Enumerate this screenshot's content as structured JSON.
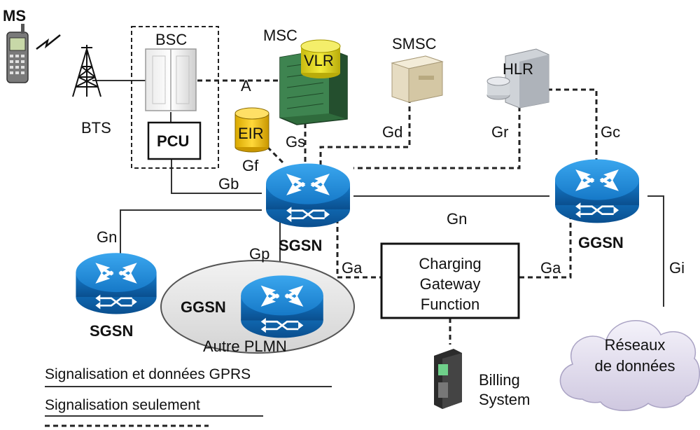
{
  "labels": {
    "ms": "MS",
    "bts": "BTS",
    "bsc": "BSC",
    "pcu": "PCU",
    "msc": "MSC",
    "vlr": "VLR",
    "eir": "EIR",
    "smsc": "SMSC",
    "hlr": "HLR",
    "sgsn_main": "SGSN",
    "ggsn_main": "GGSN",
    "sgsn_other": "SGSN",
    "ggsn_other": "GGSN",
    "other_plmn": "Autre PLMN",
    "billing_line1": "Billing",
    "billing_line2": "System",
    "cloud_line1": "Réseaux",
    "cloud_line2": "de données"
  },
  "interfaces": {
    "a": "A",
    "gb": "Gb",
    "gf": "Gf",
    "gs": "Gs",
    "gd": "Gd",
    "gr": "Gr",
    "gc": "Gc",
    "gn_left": "Gn",
    "gn_mid": "Gn",
    "gp": "Gp",
    "ga_left": "Ga",
    "ga_right": "Ga",
    "gi": "Gi"
  },
  "cgf": {
    "line1": "Charging",
    "line2": "Gateway",
    "line3": "Function"
  },
  "legend": {
    "solid": "Signalisation et données GPRS",
    "dashed": "Signalisation seulement"
  },
  "colors": {
    "router": "#1b8bd6",
    "router_dark": "#0d5fa3",
    "eir_fill": "#f5c200",
    "vlr_fill": "#e8dc1e",
    "msc_fill": "#2f6b3c",
    "cloud_fill": "#e8e4f2",
    "other_plmn_fill": "#e6e6e6"
  }
}
